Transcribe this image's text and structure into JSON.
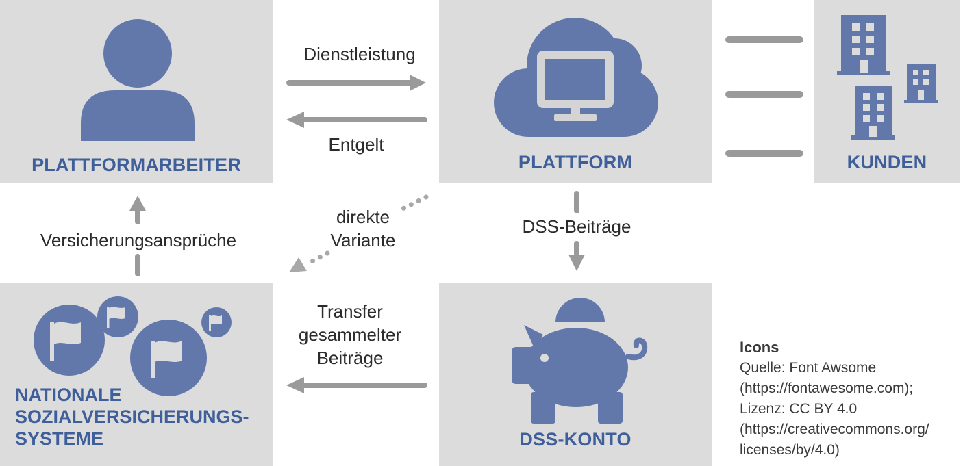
{
  "colors": {
    "box_background": "#dcdcdc",
    "icon_fill": "#6378aa",
    "label_text": "#3e5f9a",
    "arrow": "#9a9a9a",
    "body_text": "#2b2b2b"
  },
  "nodes": {
    "worker": {
      "label": "PLATTFORMARBEITER",
      "icon": "user-icon"
    },
    "platform": {
      "label": "PLATTFORM",
      "icon": "cloud-monitor-icon"
    },
    "customers": {
      "label": "KUNDEN",
      "icon": "buildings-icon"
    },
    "social": {
      "label_lines": [
        "NATIONALE",
        "SOZIALVERSICHERUNGS-",
        "SYSTEME"
      ],
      "icon": "flags-icon"
    },
    "account": {
      "label": "DSS-KONTO",
      "icon": "piggy-bank-icon"
    }
  },
  "edges": {
    "service": "Dienstleistung",
    "payment": "Entgelt",
    "direct_variant": [
      "direkte",
      "Variante"
    ],
    "contributions": "DSS-Beiträge",
    "insurance_claims": "Versicherungsansprüche",
    "transfer": [
      "Transfer",
      "gesammelter",
      "Beiträge"
    ]
  },
  "credits": {
    "title": "Icons",
    "lines": [
      "Quelle: Font Awsome",
      "(https://fontawesome.com);",
      "Lizenz: CC BY 4.0",
      "(https://creativecommons.org/",
      "licenses/by/4.0)"
    ]
  }
}
